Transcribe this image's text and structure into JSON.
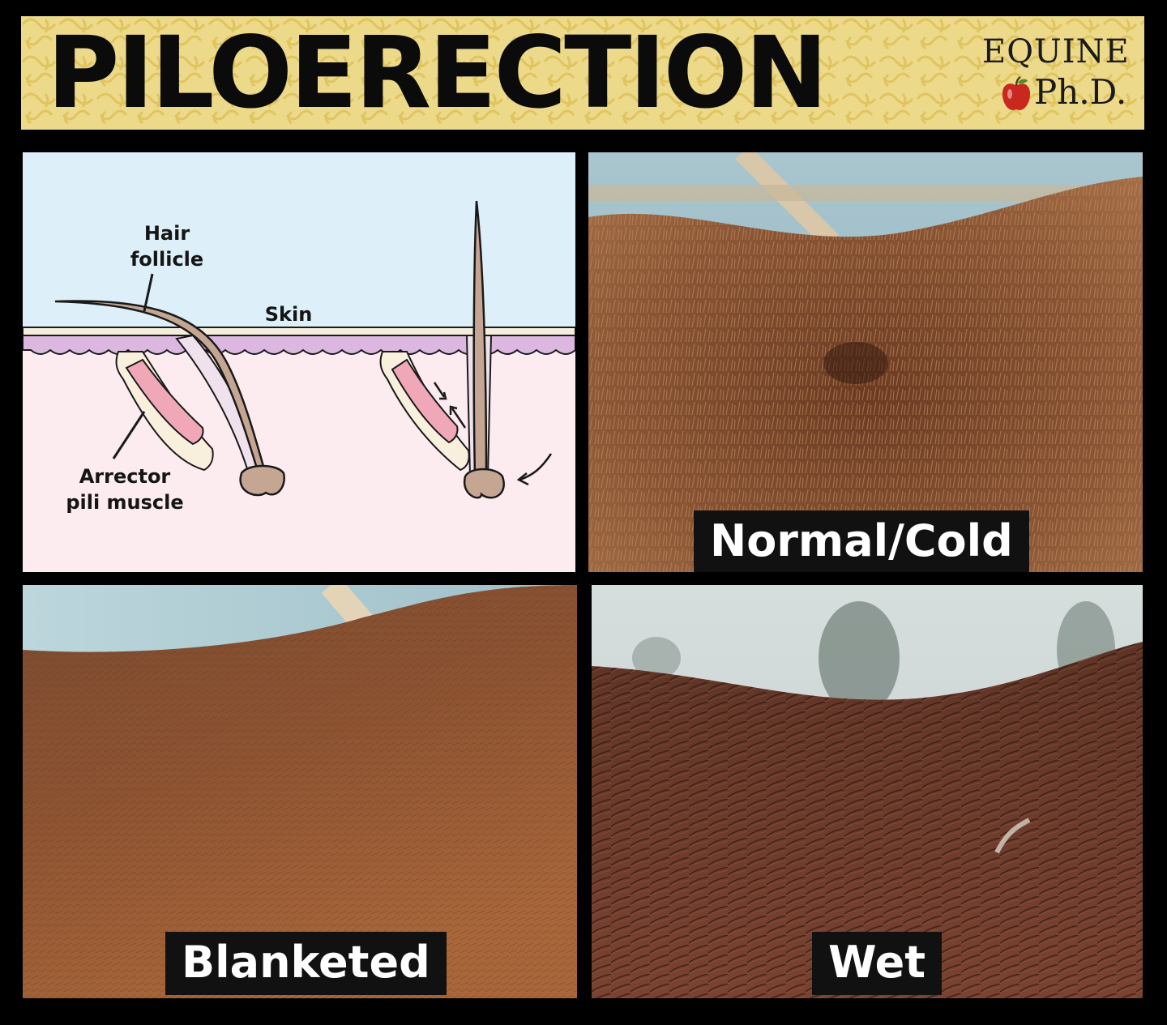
{
  "header": {
    "title": "PILOERECTION",
    "background_color": "#ecd98a"
  },
  "logo": {
    "line1": "EQUINE",
    "line2": "Ph.D.",
    "apple_color": "#c8281e"
  },
  "diagram": {
    "labels": {
      "hair_follicle_line1": "Hair",
      "hair_follicle_line2": "follicle",
      "skin": "Skin",
      "arrector_line1": "Arrector",
      "arrector_line2": "pili muscle"
    },
    "colors": {
      "sky": "#ddeff9",
      "dermis": "#fcecef",
      "epidermis": "#dcb8e0",
      "muscle": "#f0a8b8",
      "hair": "#c5a692"
    }
  },
  "photos": {
    "cold_label": "Normal/Cold",
    "blanketed_label": "Blanketed",
    "wet_label": "Wet"
  }
}
